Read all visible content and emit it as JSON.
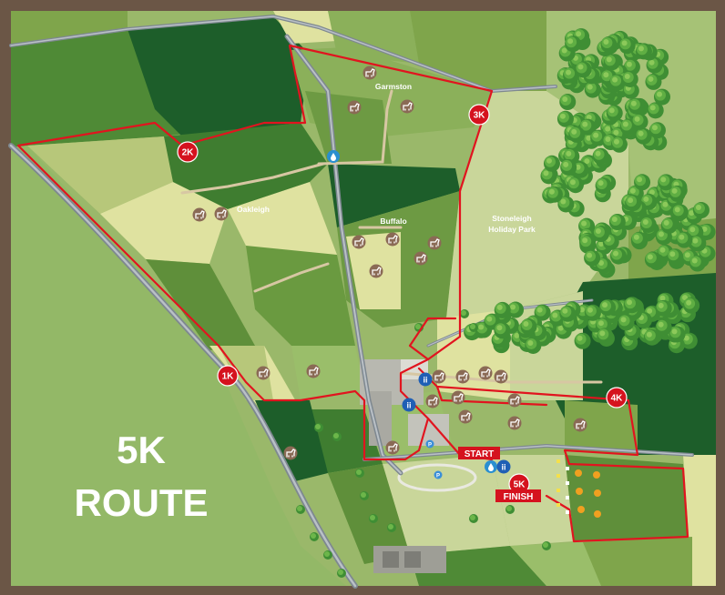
{
  "title": {
    "line1": "5K",
    "line2": "ROUTE"
  },
  "places": {
    "garmston": "Garmston",
    "oakleigh": "Oakleigh",
    "buffalo": "Buffalo",
    "stoneleigh": [
      "Stoneleigh",
      "Holiday Park"
    ]
  },
  "km_markers": {
    "k1": "1K",
    "k2": "2K",
    "k3": "3K",
    "k4": "4K",
    "k5": "5K"
  },
  "labels": {
    "start": "START",
    "finish": "FINISH"
  },
  "colors": {
    "route": "#e1141f",
    "frame": "#6b5646",
    "dark_field": "#1d5e2a",
    "mid_field": "#5f8f3a",
    "light_field": "#dfe2a0",
    "woodland": "#3f8e34"
  },
  "icons": [
    "horse-icon",
    "water-station-icon",
    "toilets-icon",
    "parking-icon"
  ]
}
